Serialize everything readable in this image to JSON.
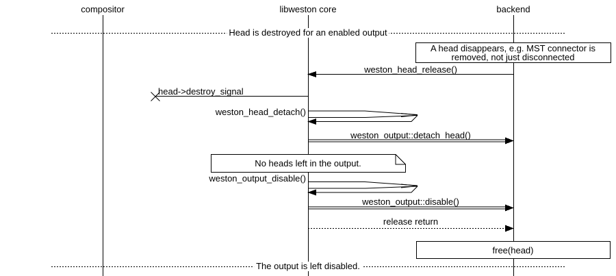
{
  "participants": [
    {
      "label": "compositor"
    },
    {
      "label": "libweston core"
    },
    {
      "label": "backend"
    }
  ],
  "dividers": [
    {
      "label": "Head is destroyed for an enabled output"
    },
    {
      "label": "The output is left disabled."
    }
  ],
  "comment_box": {
    "lines": [
      "A head disappears, e.g. MST connector is",
      "removed, not just disconnected"
    ]
  },
  "note": {
    "label": "No heads left in the output."
  },
  "action_box": {
    "label": "free(head)"
  },
  "messages": [
    {
      "label": "weston_head_release()",
      "from": "backend",
      "to": "libweston core",
      "style": "solid-arrow"
    },
    {
      "label": "head->destroy_signal",
      "from": "libweston core",
      "to": "lost",
      "style": "lost-message"
    },
    {
      "label": "weston_head_detach()",
      "from": "libweston core",
      "to": "libweston core",
      "style": "self-call"
    },
    {
      "label": "weston_output::detach_head()",
      "from": "libweston core",
      "to": "backend",
      "style": "double-line-arrow"
    },
    {
      "label": "weston_output_disable()",
      "from": "libweston core",
      "to": "libweston core",
      "style": "self-call"
    },
    {
      "label": "weston_output::disable()",
      "from": "libweston core",
      "to": "backend",
      "style": "double-line-arrow"
    },
    {
      "label": "release return",
      "from": "libweston core",
      "to": "backend",
      "style": "dotted-arrow"
    }
  ],
  "colors": {
    "background": "#ffffff",
    "line": "#000000",
    "text": "#000000"
  }
}
